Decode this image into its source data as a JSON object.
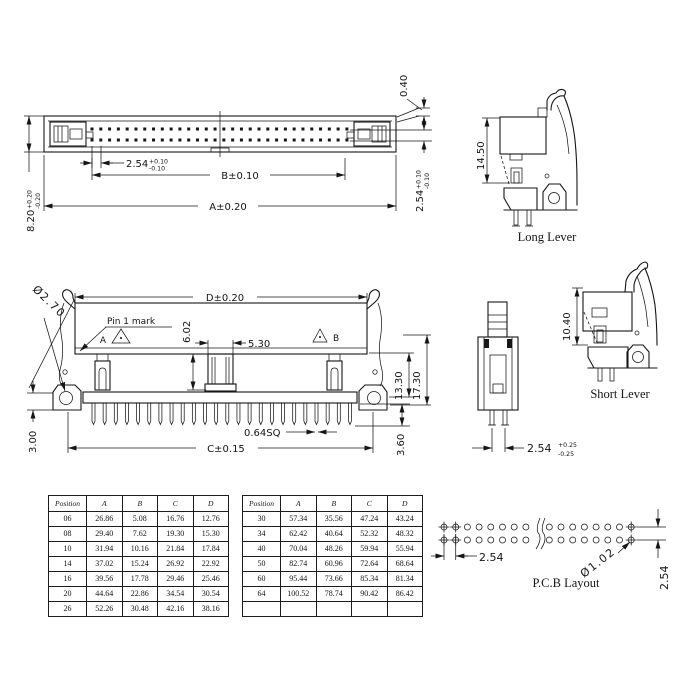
{
  "top_view": {
    "dim_a": "A±0.20",
    "dim_b": "B±0.10",
    "pitch_value": "2.54",
    "pitch_tol_plus": "+0.10",
    "pitch_tol_minus": "-0.10",
    "height_value": "8.20",
    "height_tol_plus": "+0.20",
    "height_tol_minus": "-0.20",
    "tab_dim": "0.40",
    "row_value": "2.54",
    "row_tol_plus": "+0.10",
    "row_tol_minus": "-0.10"
  },
  "long_lever_view": {
    "height_dim": "14.50",
    "caption": "Long Lever"
  },
  "front_view": {
    "dim_d": "D±0.20",
    "dim_c": "C±0.15",
    "key_height": "6.02",
    "key_width": "5.30",
    "pin1_label": "Pin 1 mark",
    "datum_a": "A",
    "datum_b": "B",
    "hole_dia": "Ø2.70",
    "standoff": "3.00",
    "pin_sq": "0.64SQ",
    "dim_1330": "13.30",
    "dim_1730": "17.30",
    "pin_length": "3.60"
  },
  "short_lever_view": {
    "height_dim": "10.40",
    "caption": "Short Lever",
    "pitch_value": "2.54",
    "pitch_tol_plus": "+0.25",
    "pitch_tol_minus": "-0.25"
  },
  "pcb_layout": {
    "caption": "P.C.B Layout",
    "pitch_h": "2.54",
    "pitch_v": "2.54",
    "hole_dia": "Ø1.02"
  },
  "tables": {
    "header": [
      "Position",
      "A",
      "B",
      "C",
      "D"
    ],
    "left": {
      "rows": [
        [
          "06",
          "26.86",
          "5.08",
          "16.76",
          "12.76"
        ],
        [
          "08",
          "29.40",
          "7.62",
          "19.30",
          "15.30"
        ],
        [
          "10",
          "31.94",
          "10.16",
          "21.84",
          "17.84"
        ],
        [
          "14",
          "37.02",
          "15.24",
          "26.92",
          "22.92"
        ],
        [
          "16",
          "39.56",
          "17.78",
          "29.46",
          "25.46"
        ],
        [
          "20",
          "44.64",
          "22.86",
          "34.54",
          "30.54"
        ],
        [
          "26",
          "52.26",
          "30.48",
          "42.16",
          "38.16"
        ]
      ]
    },
    "right": {
      "rows": [
        [
          "30",
          "57.34",
          "35.56",
          "47.24",
          "43.24"
        ],
        [
          "34",
          "62.42",
          "40.64",
          "52.32",
          "48.32"
        ],
        [
          "40",
          "70.04",
          "48.26",
          "59.94",
          "55.94"
        ],
        [
          "50",
          "82.74",
          "60.96",
          "72.64",
          "68.64"
        ],
        [
          "60",
          "95.44",
          "73.66",
          "85.34",
          "81.34"
        ],
        [
          "64",
          "100.52",
          "78.74",
          "90.42",
          "86.42"
        ],
        [
          "",
          "",
          "",
          "",
          ""
        ]
      ]
    }
  }
}
